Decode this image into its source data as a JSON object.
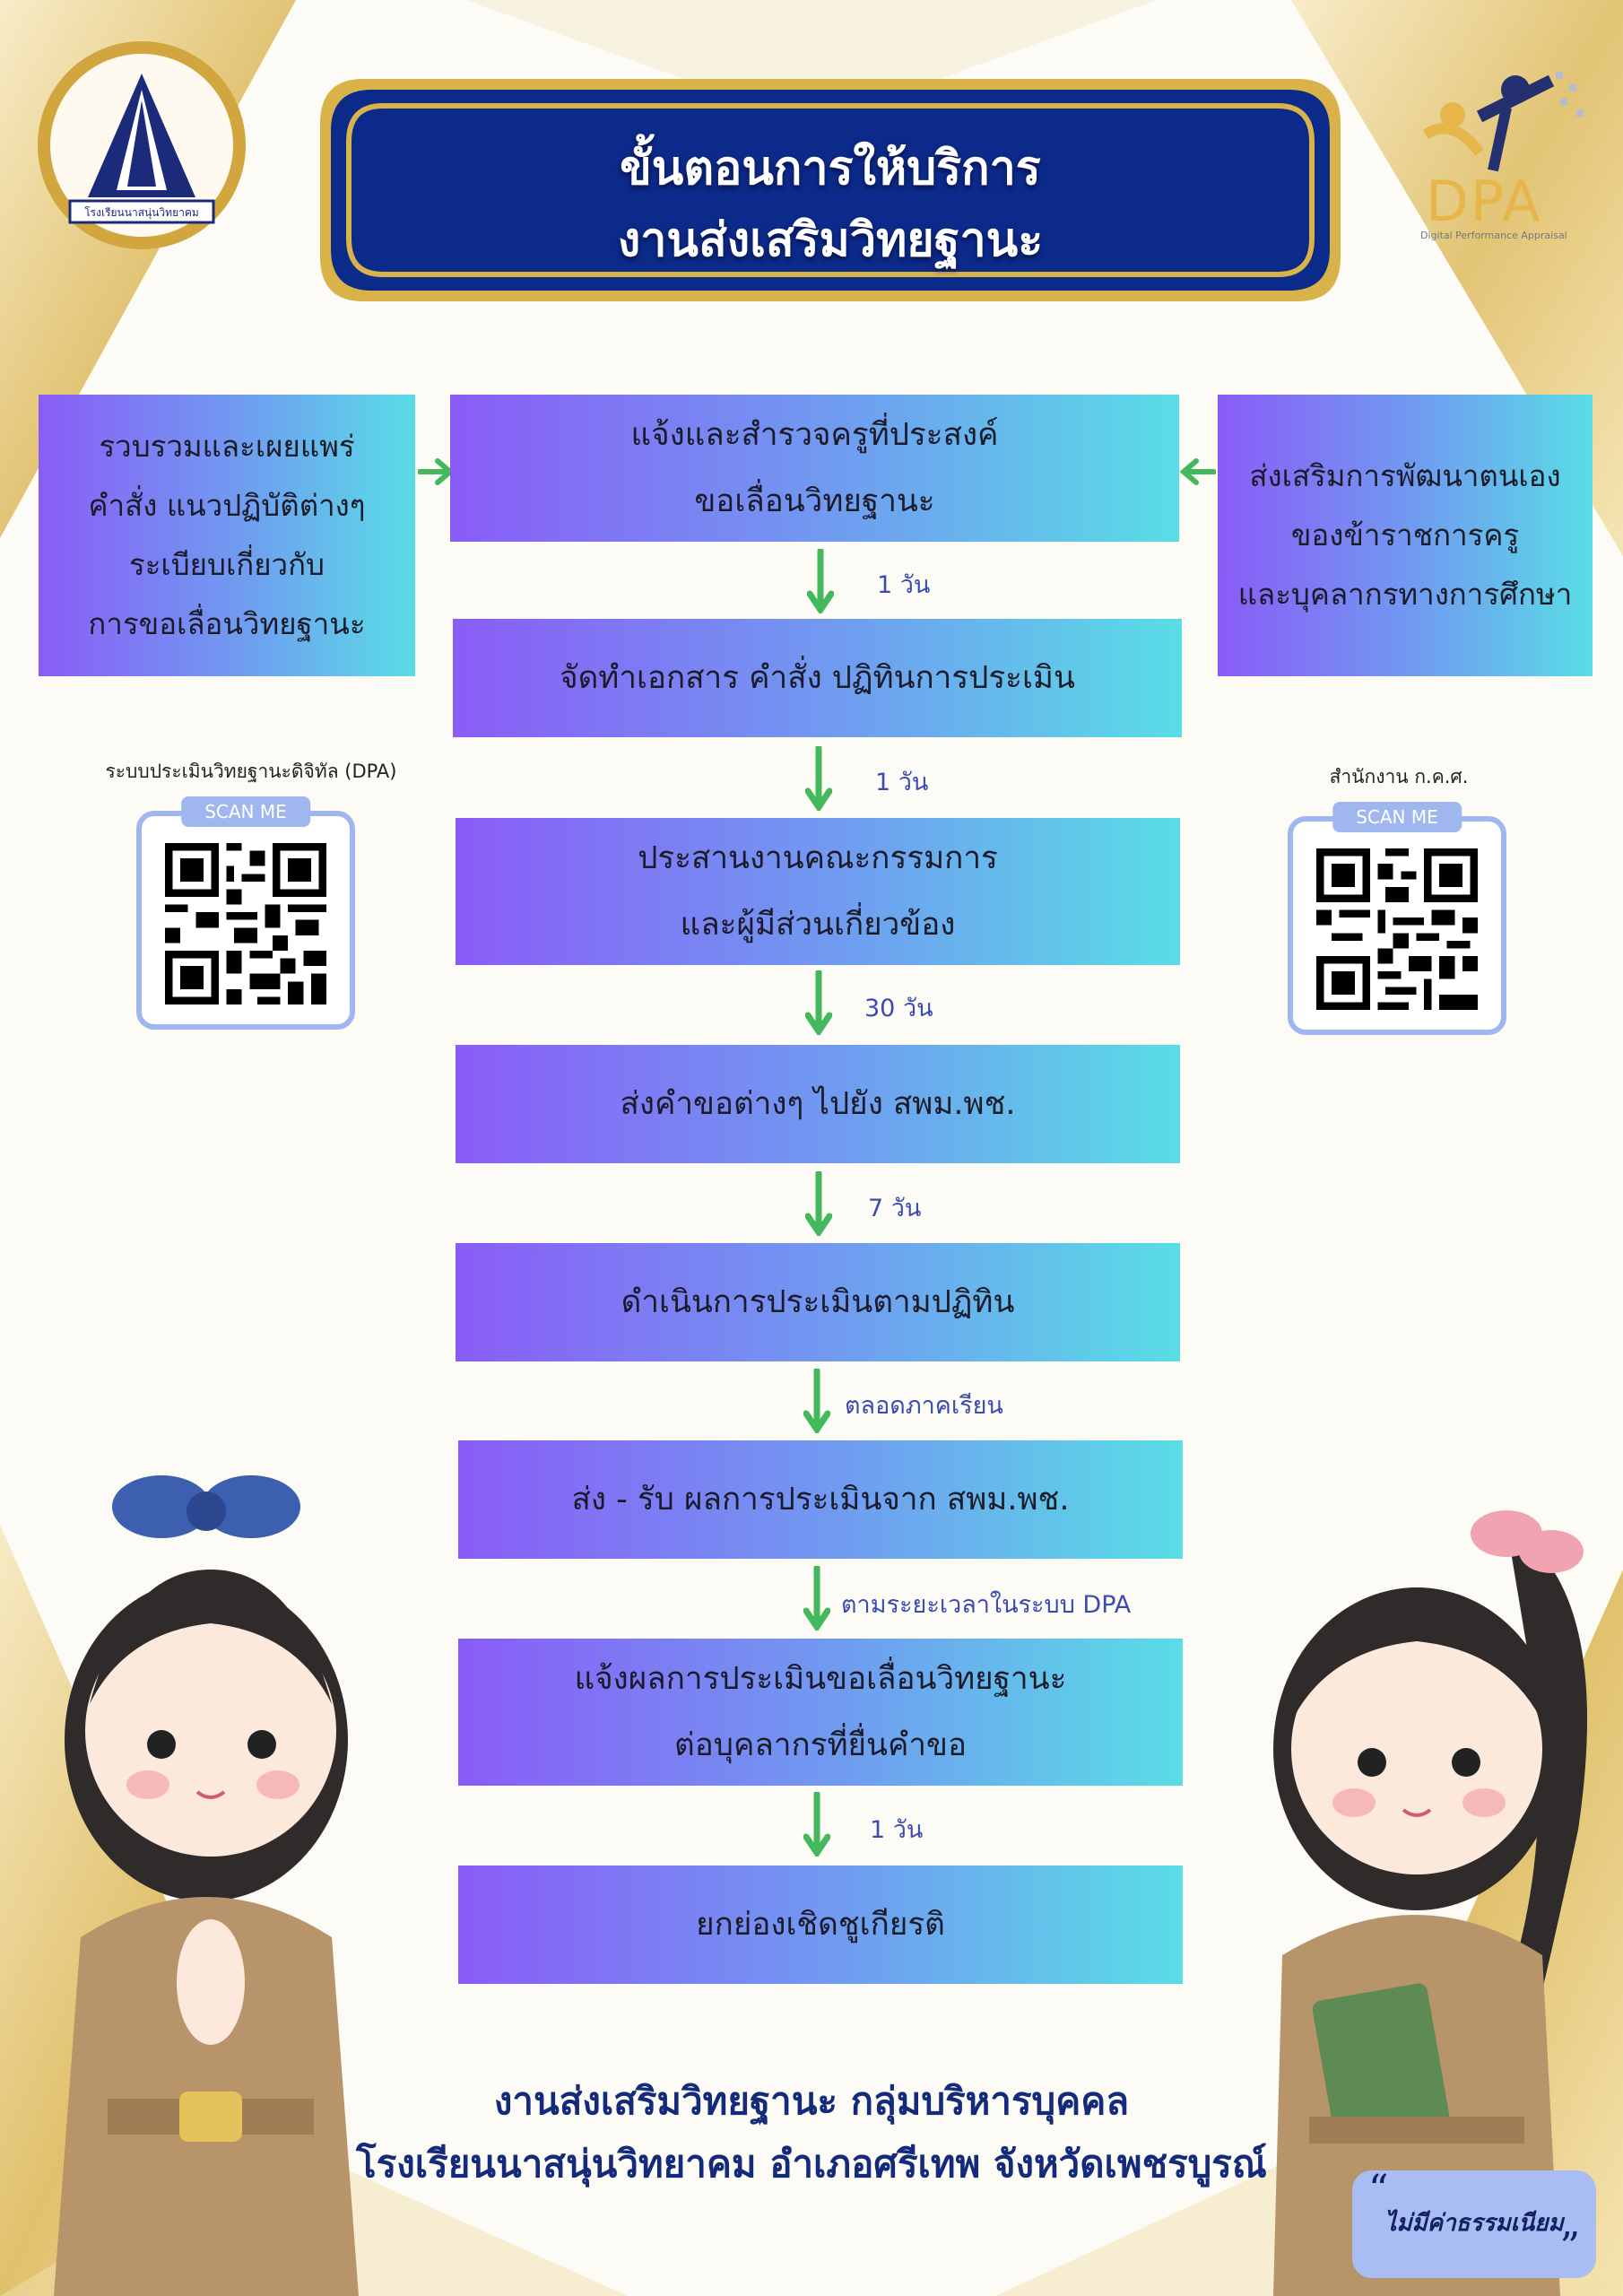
{
  "banner": {
    "title_line1": "ขั้นตอนการให้บริการ",
    "title_line2": "งานส่งเสริมวิทยฐานะ"
  },
  "logo": {
    "school_name": "โรงเรียนนาสนุ่นวิทยาคม"
  },
  "dpa_logo": {
    "mark": "DPA",
    "tagline": "Digital Performance Appraisal"
  },
  "left_box": {
    "lines": [
      "รวบรวมและเผยแพร่",
      "คำสั่ง แนวปฏิบัติต่างๆ",
      "ระเบียบเกี่ยวกับ",
      "การขอเลื่อนวิทยฐานะ"
    ]
  },
  "right_box": {
    "lines": [
      "ส่งเสริมการพัฒนาตนเอง",
      "ของข้าราชการครู",
      "และบุคลากรทางการศึกษา"
    ]
  },
  "steps": [
    {
      "lines": [
        "แจ้งและสำรวจครูที่ประสงค์",
        "ขอเลื่อนวิทยฐานะ"
      ]
    },
    {
      "lines": [
        "จัดทำเอกสาร คำสั่ง ปฏิทินการประเมิน"
      ]
    },
    {
      "lines": [
        "ประสานงานคณะกรรมการ",
        "และผู้มีส่วนเกี่ยวข้อง"
      ]
    },
    {
      "lines": [
        "ส่งคำขอต่างๆ ไปยัง สพม.พช."
      ]
    },
    {
      "lines": [
        "ดำเนินการประเมินตามปฏิทิน"
      ]
    },
    {
      "lines": [
        "ส่ง - รับ ผลการประเมินจาก สพม.พช."
      ]
    },
    {
      "lines": [
        "แจ้งผลการประเมินขอเลื่อนวิทยฐานะ",
        "ต่อบุคลากรที่ยื่นคำขอ"
      ]
    },
    {
      "lines": [
        "ยกย่องเชิดชูเกียรติ"
      ]
    }
  ],
  "durations": [
    "1 วัน",
    "1 วัน",
    "30 วัน",
    "7 วัน",
    "ตลอดภาคเรียน",
    "ตามระยะเวลาในระบบ DPA",
    "1 วัน"
  ],
  "qr_left": {
    "label": "ระบบประเมินวิทยฐานะดิจิทัล (DPA)",
    "scan": "SCAN ME"
  },
  "qr_right": {
    "label": "สำนักงาน ก.ค.ศ.",
    "scan": "SCAN ME"
  },
  "footer": {
    "line1": "งานส่งเสริมวิทยฐานะ กลุ่มบริหารบุคคล",
    "line2": "โรงเรียนนาสนุ่นวิทยาคม อำเภอศรีเทพ จังหวัดเพชรบูรณ์"
  },
  "badge": {
    "text": "ไม่มีค่าธรรมเนียม"
  },
  "colors": {
    "navy": "#0c2a8a",
    "gold": "#d9b24a",
    "arrow": "#43b85c",
    "box_from": "#8a5cf7",
    "box_to": "#59dde6"
  }
}
